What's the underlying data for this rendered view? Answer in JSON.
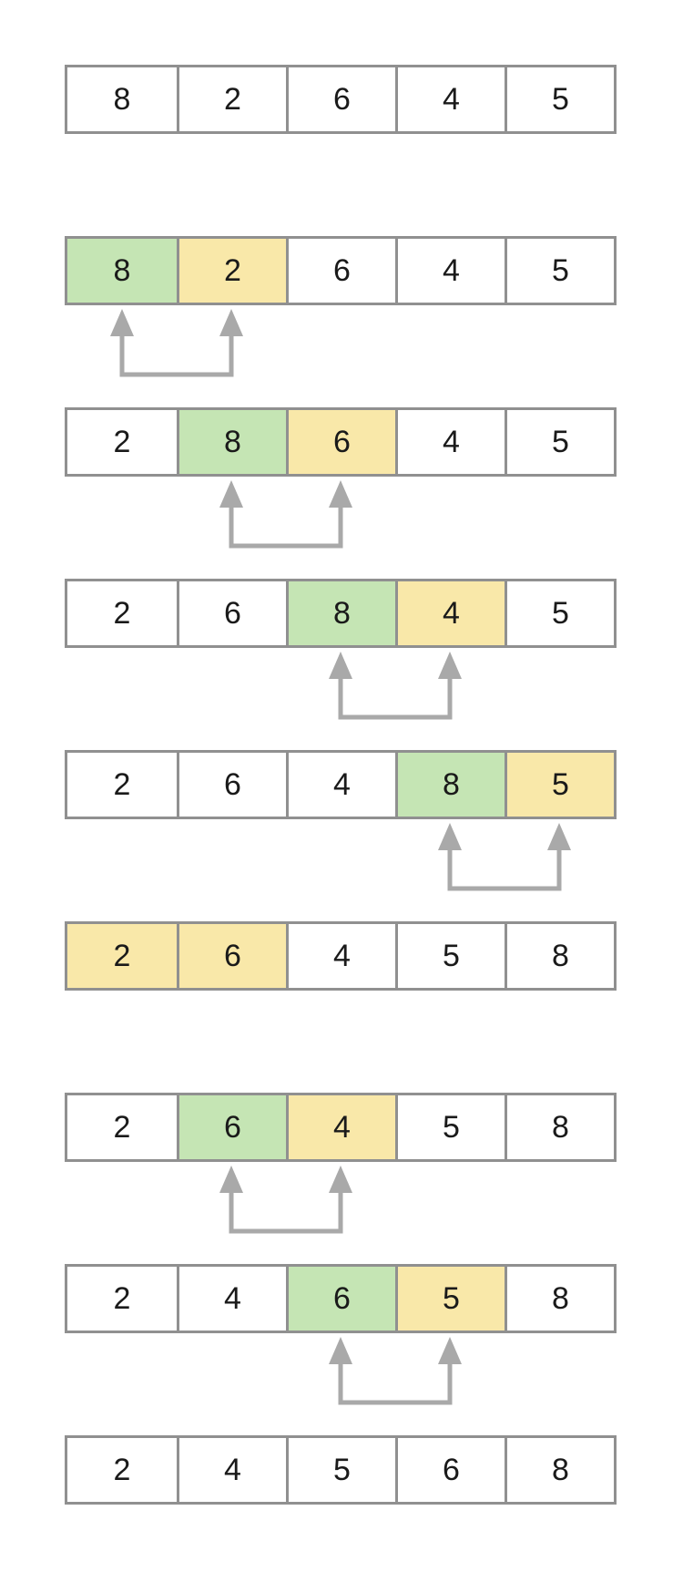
{
  "title": "bubble-sort-steps",
  "colors": {
    "highlight_green": "#c5e5b4",
    "highlight_yellow": "#f9e8a9",
    "cell_border": "#909090",
    "arrow": "#a9a9a9",
    "text": "#1a1a1a",
    "background": "#ffffff"
  },
  "steps": [
    {
      "arrows": null,
      "cells": [
        {
          "value": "8",
          "highlight": "none"
        },
        {
          "value": "2",
          "highlight": "none"
        },
        {
          "value": "6",
          "highlight": "none"
        },
        {
          "value": "4",
          "highlight": "none"
        },
        {
          "value": "5",
          "highlight": "none"
        }
      ]
    },
    {
      "arrows": [
        0,
        1
      ],
      "cells": [
        {
          "value": "8",
          "highlight": "green"
        },
        {
          "value": "2",
          "highlight": "yellow"
        },
        {
          "value": "6",
          "highlight": "none"
        },
        {
          "value": "4",
          "highlight": "none"
        },
        {
          "value": "5",
          "highlight": "none"
        }
      ]
    },
    {
      "arrows": [
        1,
        2
      ],
      "cells": [
        {
          "value": "2",
          "highlight": "none"
        },
        {
          "value": "8",
          "highlight": "green"
        },
        {
          "value": "6",
          "highlight": "yellow"
        },
        {
          "value": "4",
          "highlight": "none"
        },
        {
          "value": "5",
          "highlight": "none"
        }
      ]
    },
    {
      "arrows": [
        2,
        3
      ],
      "cells": [
        {
          "value": "2",
          "highlight": "none"
        },
        {
          "value": "6",
          "highlight": "none"
        },
        {
          "value": "8",
          "highlight": "green"
        },
        {
          "value": "4",
          "highlight": "yellow"
        },
        {
          "value": "5",
          "highlight": "none"
        }
      ]
    },
    {
      "arrows": [
        3,
        4
      ],
      "cells": [
        {
          "value": "2",
          "highlight": "none"
        },
        {
          "value": "6",
          "highlight": "none"
        },
        {
          "value": "4",
          "highlight": "none"
        },
        {
          "value": "8",
          "highlight": "green"
        },
        {
          "value": "5",
          "highlight": "yellow"
        }
      ]
    },
    {
      "arrows": null,
      "cells": [
        {
          "value": "2",
          "highlight": "yellow"
        },
        {
          "value": "6",
          "highlight": "yellow"
        },
        {
          "value": "4",
          "highlight": "none"
        },
        {
          "value": "5",
          "highlight": "none"
        },
        {
          "value": "8",
          "highlight": "none"
        }
      ]
    },
    {
      "arrows": [
        1,
        2
      ],
      "cells": [
        {
          "value": "2",
          "highlight": "none"
        },
        {
          "value": "6",
          "highlight": "green"
        },
        {
          "value": "4",
          "highlight": "yellow"
        },
        {
          "value": "5",
          "highlight": "none"
        },
        {
          "value": "8",
          "highlight": "none"
        }
      ]
    },
    {
      "arrows": [
        2,
        3
      ],
      "cells": [
        {
          "value": "2",
          "highlight": "none"
        },
        {
          "value": "4",
          "highlight": "none"
        },
        {
          "value": "6",
          "highlight": "green"
        },
        {
          "value": "5",
          "highlight": "yellow"
        },
        {
          "value": "8",
          "highlight": "none"
        }
      ]
    },
    {
      "arrows": null,
      "cells": [
        {
          "value": "2",
          "highlight": "none"
        },
        {
          "value": "4",
          "highlight": "none"
        },
        {
          "value": "5",
          "highlight": "none"
        },
        {
          "value": "6",
          "highlight": "none"
        },
        {
          "value": "8",
          "highlight": "none"
        }
      ]
    }
  ]
}
